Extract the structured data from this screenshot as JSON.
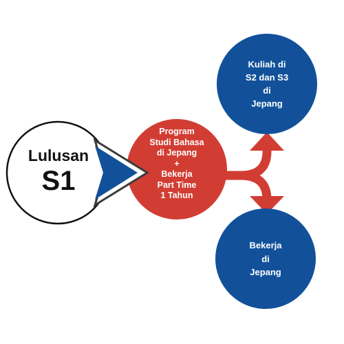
{
  "source": {
    "title": "Lulusan",
    "subtitle": "S1",
    "fill": "#ffffff",
    "stroke": "#111111"
  },
  "program": {
    "lines": [
      "Program",
      "Studi Bahasa",
      "di Jepang",
      "+",
      "Bekerja",
      "Part Time",
      "1 Tahun"
    ],
    "fill": "#d23d33"
  },
  "outcomes": [
    {
      "lines": [
        "Kuliah di",
        "S2 dan S3",
        "di",
        "Jepang"
      ],
      "fill": "#12519a"
    },
    {
      "lines": [
        "Bekerja",
        "di",
        "Jepang"
      ],
      "fill": "#12519a"
    }
  ],
  "colors": {
    "chevron": "#12519a",
    "chevron_outline": "#3b3b3b",
    "arrow": "#d23d33"
  }
}
